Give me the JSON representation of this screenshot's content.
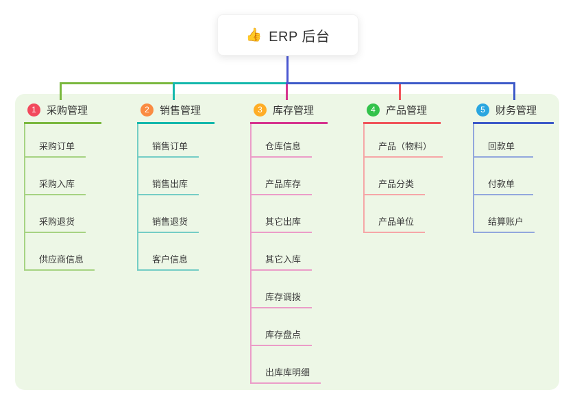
{
  "root": {
    "icon": "👍",
    "title": "ERP 后台"
  },
  "canvas": {
    "panel_background": "#edf7e6",
    "card_background": "#ffffff",
    "root_line_color": "#4a57d2"
  },
  "branches": [
    {
      "num": "1",
      "label": "采购管理",
      "badge_color": "#f2495c",
      "line_color": "#7ab83e",
      "light_color": "#a6d382",
      "children": [
        "采购订单",
        "采购入库",
        "采购退货",
        "供应商信息"
      ]
    },
    {
      "num": "2",
      "label": "销售管理",
      "badge_color": "#fa8b42",
      "line_color": "#14b8ac",
      "light_color": "#74cdc5",
      "children": [
        "销售订单",
        "销售出库",
        "销售退货",
        "客户信息"
      ]
    },
    {
      "num": "3",
      "label": "库存管理",
      "badge_color": "#ffad26",
      "line_color": "#d6348e",
      "light_color": "#eb9cc8",
      "children": [
        "仓库信息",
        "产品库存",
        "其它出库",
        "其它入库",
        "库存调拨",
        "库存盘点",
        "出库库明细"
      ]
    },
    {
      "num": "4",
      "label": "产品管理",
      "badge_color": "#33c24b",
      "line_color": "#f0545a",
      "light_color": "#f6a6a7",
      "children": [
        "产品（物料）",
        "产品分类",
        "产品单位"
      ]
    },
    {
      "num": "5",
      "label": "财务管理",
      "badge_color": "#2aa6e0",
      "line_color": "#3d5ac8",
      "light_color": "#92a7dd",
      "children": [
        "回款单",
        "付款单",
        "结算账户"
      ]
    }
  ]
}
